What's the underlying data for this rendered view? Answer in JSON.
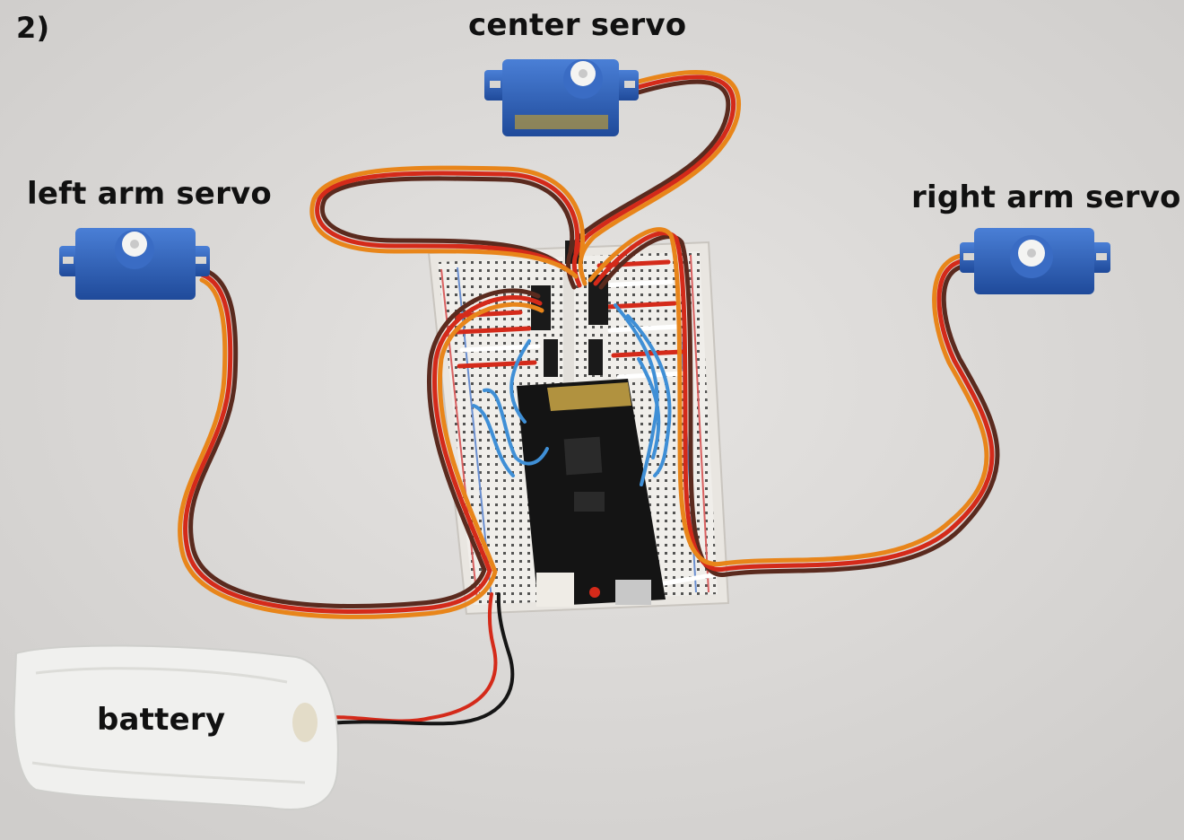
{
  "labels": {
    "step": "2)",
    "center_servo": "center servo",
    "left_arm_servo": "left arm servo",
    "right_arm_servo": "right arm servo",
    "battery": "battery"
  },
  "colors": {
    "background": "#dcdad8",
    "servo_blue": "#2f5fb8",
    "wire_brown": "#5a2a1e",
    "wire_red": "#d42a1a",
    "wire_orange": "#e8851a",
    "jumper_blue": "#3f8fd6",
    "board_black": "#141414",
    "breadboard": "#f2f0ec",
    "battery_white": "#f0f0ee"
  }
}
